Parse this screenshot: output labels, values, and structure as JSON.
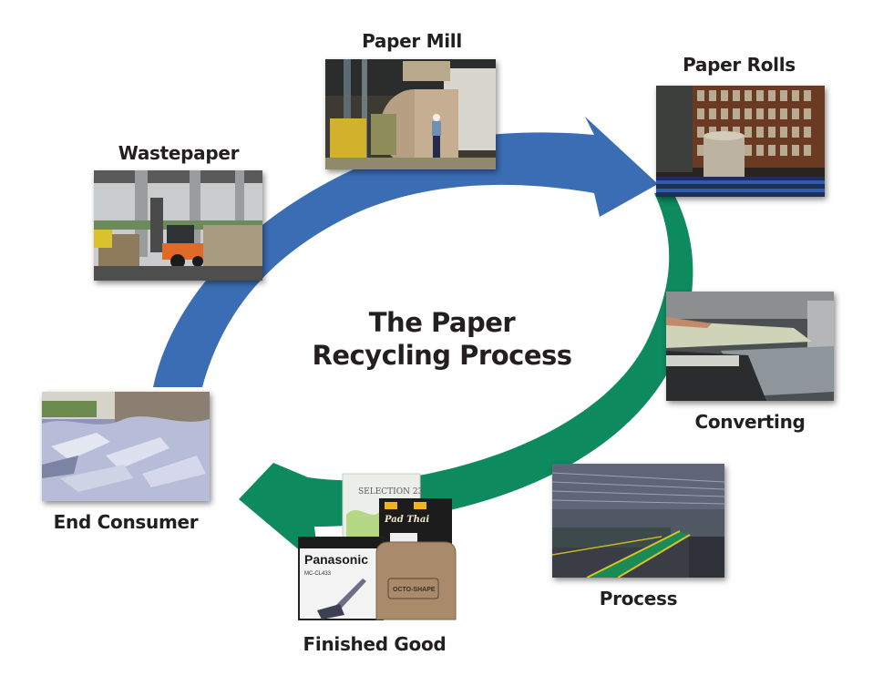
{
  "title": {
    "line1": "The Paper",
    "line2": "Recycling Process"
  },
  "colors": {
    "blue_arrow": "#3b6db5",
    "green_arrow": "#0e8a5f",
    "text": "#231f20"
  },
  "stages": [
    {
      "id": "paper-mill",
      "label": "Paper Mill",
      "image": "paper-mill-machine-photo"
    },
    {
      "id": "paper-rolls",
      "label": "Paper Rolls",
      "image": "paper-rolls-warehouse-photo"
    },
    {
      "id": "converting",
      "label": "Converting",
      "image": "converting-machine-photo"
    },
    {
      "id": "process",
      "label": "Process",
      "image": "factory-floor-photo"
    },
    {
      "id": "finished-good",
      "label": "Finished Good",
      "image": "boxes-photo"
    },
    {
      "id": "end-consumer",
      "label": "End Consumer",
      "image": "shredded-paper-photo"
    },
    {
      "id": "wastepaper",
      "label": "Wastepaper",
      "image": "forklift-bales-photo"
    }
  ],
  "products": {
    "vacuum_brand": "Panasonic",
    "vacuum_model": "MC-CL433",
    "wine_box": "SELECTION 23",
    "food_box": "Pad Thai",
    "shipper_box": "OCTO-SHAPE"
  }
}
